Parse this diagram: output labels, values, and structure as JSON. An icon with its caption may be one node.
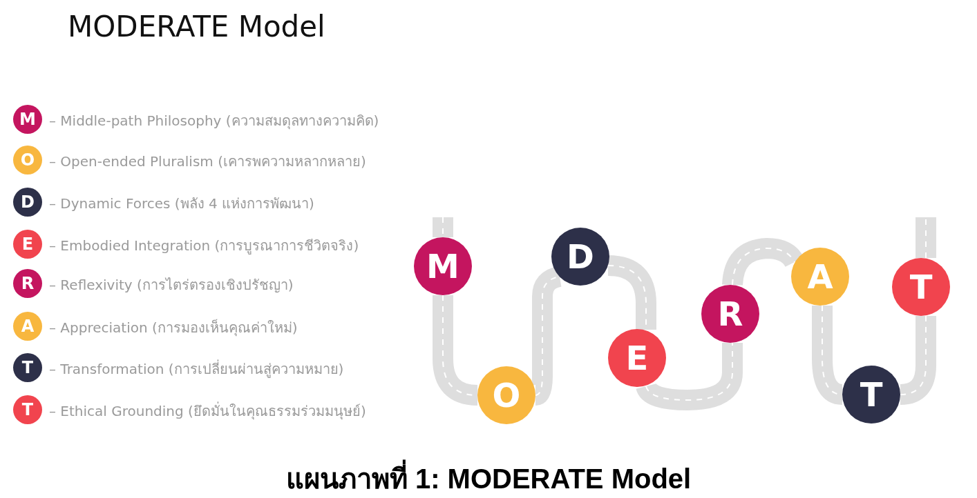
{
  "diagram": {
    "title": "MODERATE Model",
    "caption": "แผนภาพที่ 1: MODERATE Model",
    "nodes": [
      {
        "text": [
          "M"
        ],
        "beside": [
          "– Middle-path Philosophy (ความสมดุลทางความคิด)"
        ]
      },
      {
        "text": [
          "O"
        ],
        "beside": [
          "– Open-ended Pluralism (เคารพความหลากหลาย)"
        ]
      },
      {
        "text": [
          "D"
        ],
        "beside": [
          "– Dynamic Forces (พลัง 4 แห่งการพัฒนา)"
        ]
      },
      {
        "text": [
          "E"
        ],
        "beside": [
          "– Embodied Integration (การบูรณาการชีวิตจริง)"
        ]
      },
      {
        "text": [
          "R"
        ],
        "beside": [
          "– Reflexivity (การไตร่ตรองเชิงปรัชญา)"
        ]
      },
      {
        "text": [
          "A"
        ],
        "beside": [
          "– Appreciation (การมองเห็นคุณค่าใหม่)"
        ]
      },
      {
        "text": [
          "T"
        ],
        "beside": [
          "– Transformation (การเปลี่ยนผ่านสู่ความหมาย)"
        ]
      },
      {
        "text": [
          "T"
        ],
        "beside": [
          "– Ethical Grounding (ยึดมั่นในคุณธรรมร่วมมนุษย์)"
        ]
      },
      {
        "text": [
          "M"
        ]
      },
      {
        "text": [
          "O"
        ]
      },
      {
        "text": [
          "D"
        ]
      },
      {
        "text": [
          "E"
        ]
      },
      {
        "text": [
          "R"
        ]
      },
      {
        "text": [
          "A"
        ]
      },
      {
        "text": [
          "T"
        ]
      },
      {
        "text": [
          "T"
        ]
      }
    ],
    "edges": [
      {
        "from": 8,
        "to": 9,
        "arrow": "none"
      },
      {
        "from": 9,
        "to": 10,
        "arrow": "none"
      },
      {
        "from": 10,
        "to": 11,
        "arrow": "none"
      },
      {
        "from": 11,
        "to": 12,
        "arrow": "none"
      },
      {
        "from": 12,
        "to": 13,
        "arrow": "none"
      },
      {
        "from": 13,
        "to": 14,
        "arrow": "none"
      },
      {
        "from": 14,
        "to": 15,
        "arrow": "none"
      }
    ]
  }
}
